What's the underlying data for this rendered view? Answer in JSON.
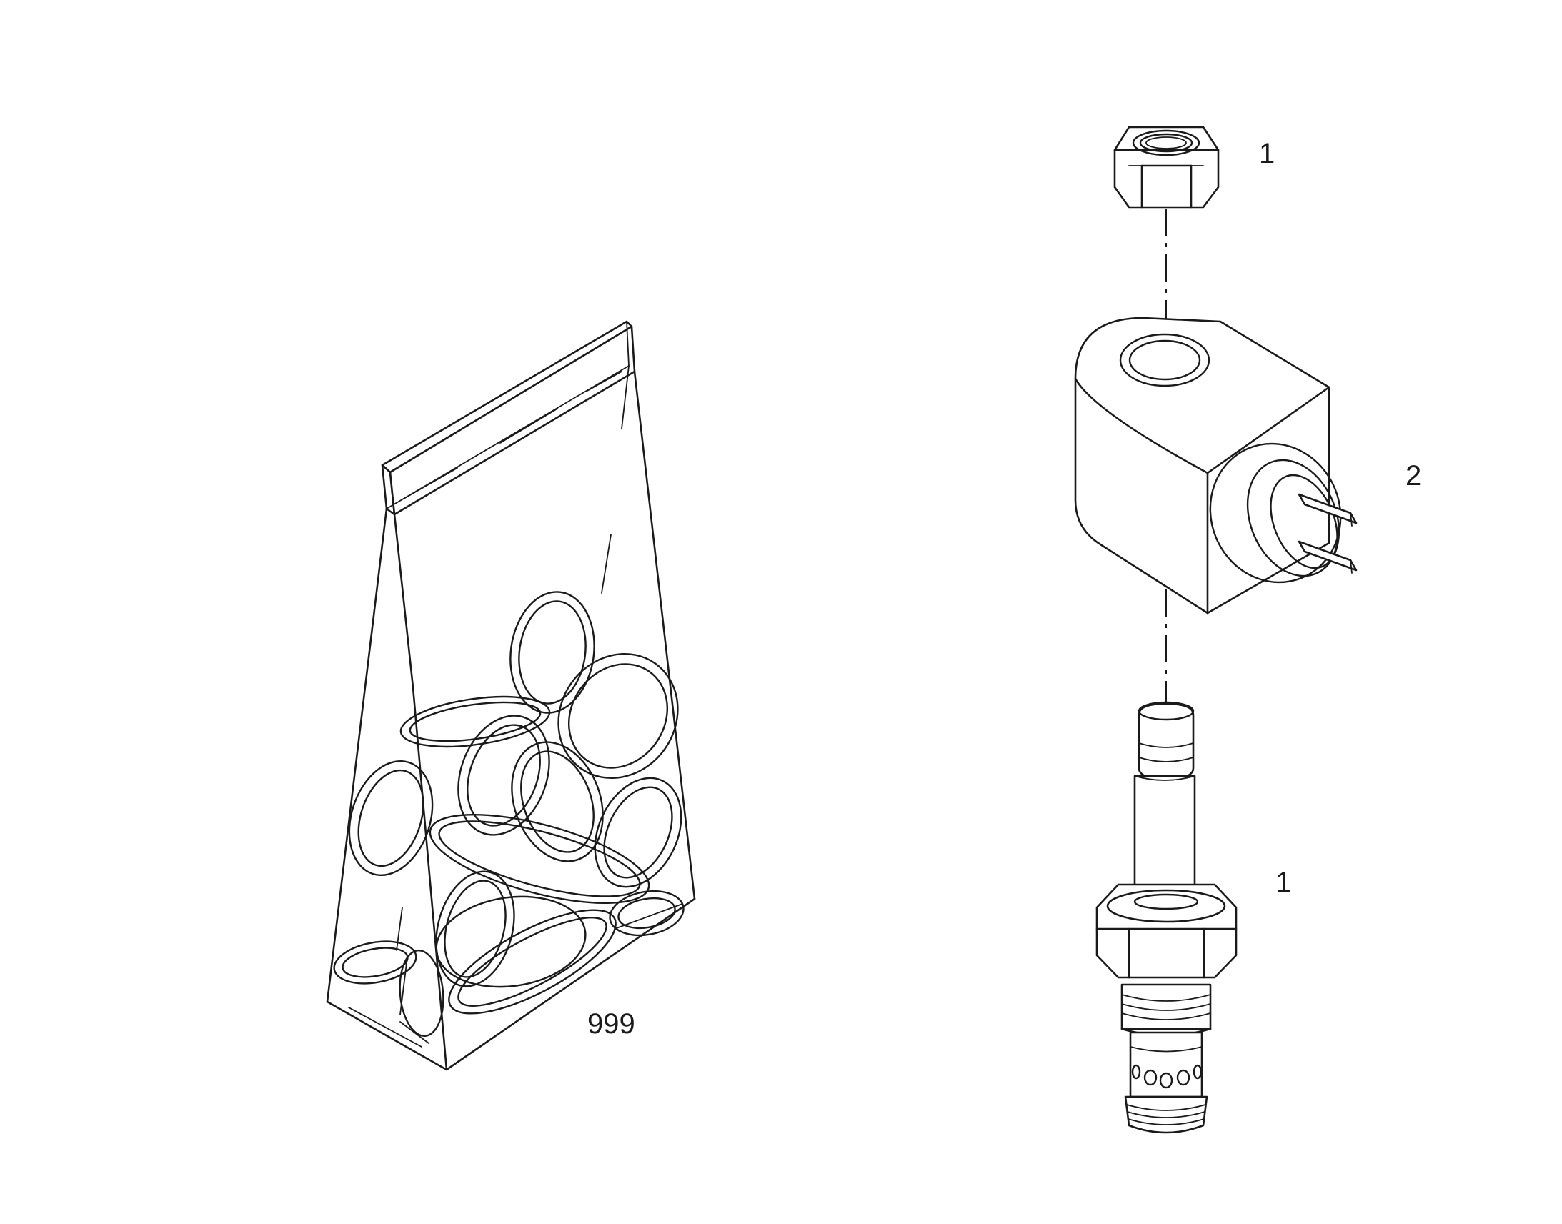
{
  "callouts": {
    "nut": "1",
    "coil": "2",
    "cartridge": "1",
    "seal_kit": "999"
  }
}
